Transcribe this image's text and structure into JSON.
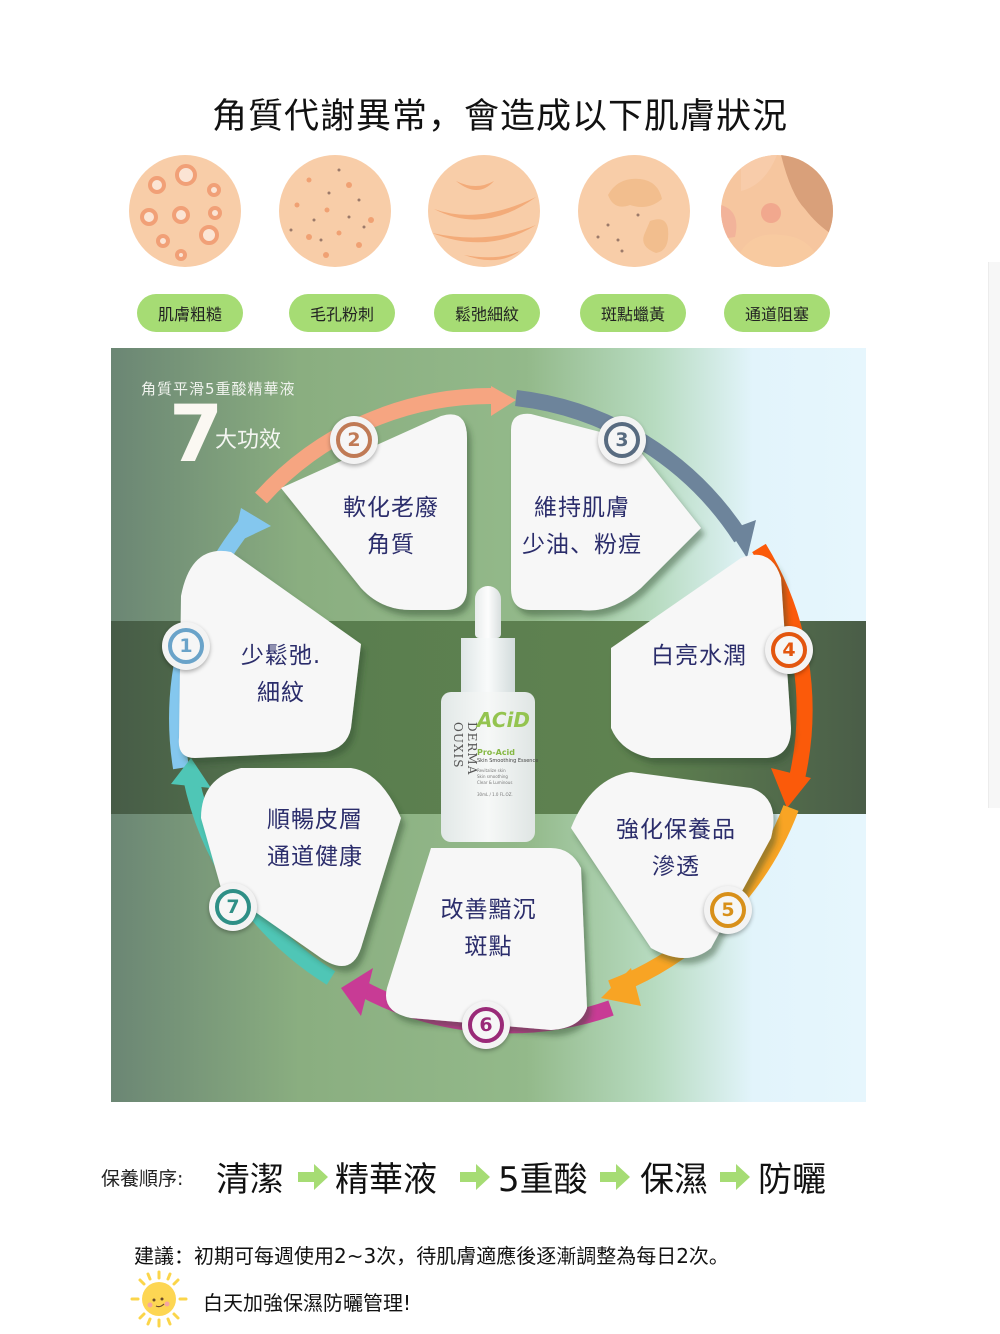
{
  "header": {
    "title": "角質代謝異常，會造成以下肌膚狀況"
  },
  "skin_conditions": [
    {
      "label": "肌膚粗糙",
      "icon": "rough-skin-icon"
    },
    {
      "label": "毛孔粉刺",
      "icon": "pores-blackheads-icon"
    },
    {
      "label": "鬆弛細紋",
      "icon": "sagging-wrinkles-icon"
    },
    {
      "label": "斑點蠟黃",
      "icon": "spots-dullness-icon"
    },
    {
      "label": "通道阻塞",
      "icon": "clogged-pores-icon"
    }
  ],
  "panel": {
    "product_name": "角質平滑5重酸精華液",
    "count": "7",
    "effects_label": "大功效",
    "effects": [
      {
        "number": "1",
        "lines": [
          "少鬆弛.",
          "細紋"
        ],
        "color": "#6aa3c9"
      },
      {
        "number": "2",
        "lines": [
          "軟化老廢",
          "角質"
        ],
        "color": "#c07a55"
      },
      {
        "number": "3",
        "lines": [
          "維持肌膚",
          "少油、粉痘"
        ],
        "color": "#586b80"
      },
      {
        "number": "4",
        "lines": [
          "白亮水潤"
        ],
        "color": "#e3560f"
      },
      {
        "number": "5",
        "lines": [
          "強化保養品",
          "滲透"
        ],
        "color": "#d8901a"
      },
      {
        "number": "6",
        "lines": [
          "改善黯沉",
          "斑點"
        ],
        "color": "#9a2a78"
      },
      {
        "number": "7",
        "lines": [
          "順暢皮層",
          "通道健康"
        ],
        "color": "#2e8f86"
      }
    ],
    "bottle": {
      "brand": "DERMA OUXIS",
      "logo": "ACiD",
      "line1": "Pro-Acid",
      "line2": "Skin Smoothing Essence",
      "line3": "Revitalize skin",
      "line4": "Skin smoothing",
      "line5": "Clear & Luminous",
      "volume": "30mL / 1.0 FL.OZ."
    }
  },
  "routine": {
    "label": "保養順序:",
    "steps": [
      "清潔",
      "精華液",
      "5重酸",
      "保濕",
      "防曬"
    ],
    "arrow_color": "#a6dc74"
  },
  "advice": {
    "line1": "建議：初期可每週使用2~3次，待肌膚適應後逐漸調整為每日2次。",
    "line2": "白天加強保濕防曬管理!"
  }
}
